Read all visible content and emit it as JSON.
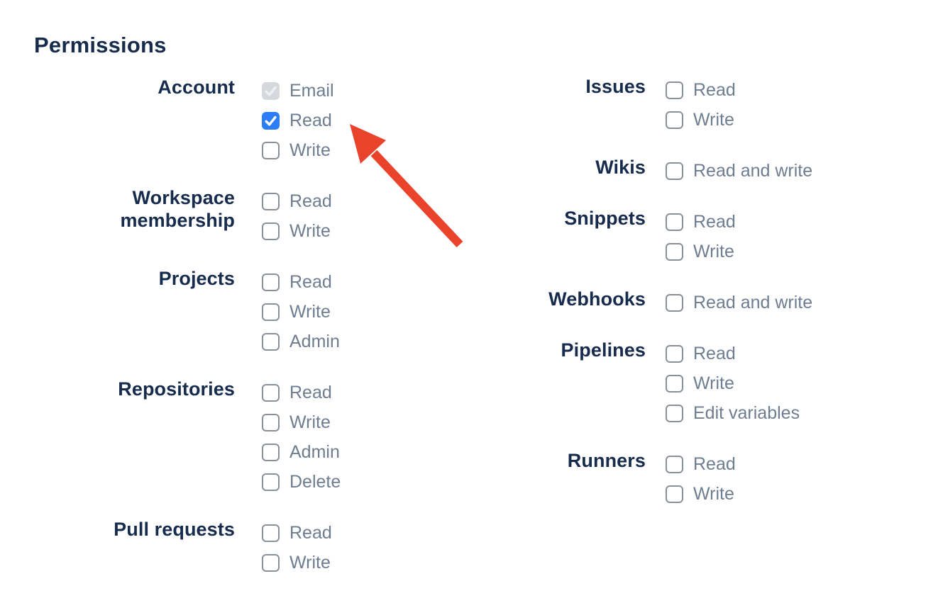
{
  "heading": "Permissions",
  "colors": {
    "heading_text": "#172B4D",
    "group_label_text": "#172B4D",
    "option_label_text": "#6E7D90",
    "checkbox_border": "#8A9097",
    "checkbox_checked_bg": "#2D7DF6",
    "checkbox_checked_mark": "#FFFFFF",
    "checkbox_disabled_bg": "#D5D8DD",
    "checkbox_disabled_mark": "#EFF0F2",
    "arrow": "#E9432B"
  },
  "annotation": {
    "type": "red-arrow",
    "points_to": "Account Read checkbox"
  },
  "permissions": {
    "columns": [
      {
        "groups": [
          {
            "label": "Account",
            "options": [
              {
                "label": "Email",
                "state": "checked-disabled"
              },
              {
                "label": "Read",
                "state": "checked"
              },
              {
                "label": "Write",
                "state": "unchecked"
              }
            ]
          },
          {
            "label": "Workspace membership",
            "options": [
              {
                "label": "Read",
                "state": "unchecked"
              },
              {
                "label": "Write",
                "state": "unchecked"
              }
            ]
          },
          {
            "label": "Projects",
            "options": [
              {
                "label": "Read",
                "state": "unchecked"
              },
              {
                "label": "Write",
                "state": "unchecked"
              },
              {
                "label": "Admin",
                "state": "unchecked"
              }
            ]
          },
          {
            "label": "Repositories",
            "options": [
              {
                "label": "Read",
                "state": "unchecked"
              },
              {
                "label": "Write",
                "state": "unchecked"
              },
              {
                "label": "Admin",
                "state": "unchecked"
              },
              {
                "label": "Delete",
                "state": "unchecked"
              }
            ]
          },
          {
            "label": "Pull requests",
            "options": [
              {
                "label": "Read",
                "state": "unchecked"
              },
              {
                "label": "Write",
                "state": "unchecked"
              }
            ]
          }
        ]
      },
      {
        "groups": [
          {
            "label": "Issues",
            "options": [
              {
                "label": "Read",
                "state": "unchecked"
              },
              {
                "label": "Write",
                "state": "unchecked"
              }
            ]
          },
          {
            "label": "Wikis",
            "options": [
              {
                "label": "Read and write",
                "state": "unchecked"
              }
            ]
          },
          {
            "label": "Snippets",
            "options": [
              {
                "label": "Read",
                "state": "unchecked"
              },
              {
                "label": "Write",
                "state": "unchecked"
              }
            ]
          },
          {
            "label": "Webhooks",
            "options": [
              {
                "label": "Read and write",
                "state": "unchecked"
              }
            ]
          },
          {
            "label": "Pipelines",
            "options": [
              {
                "label": "Read",
                "state": "unchecked"
              },
              {
                "label": "Write",
                "state": "unchecked"
              },
              {
                "label": "Edit variables",
                "state": "unchecked"
              }
            ]
          },
          {
            "label": "Runners",
            "options": [
              {
                "label": "Read",
                "state": "unchecked"
              },
              {
                "label": "Write",
                "state": "unchecked"
              }
            ]
          }
        ]
      }
    ]
  }
}
